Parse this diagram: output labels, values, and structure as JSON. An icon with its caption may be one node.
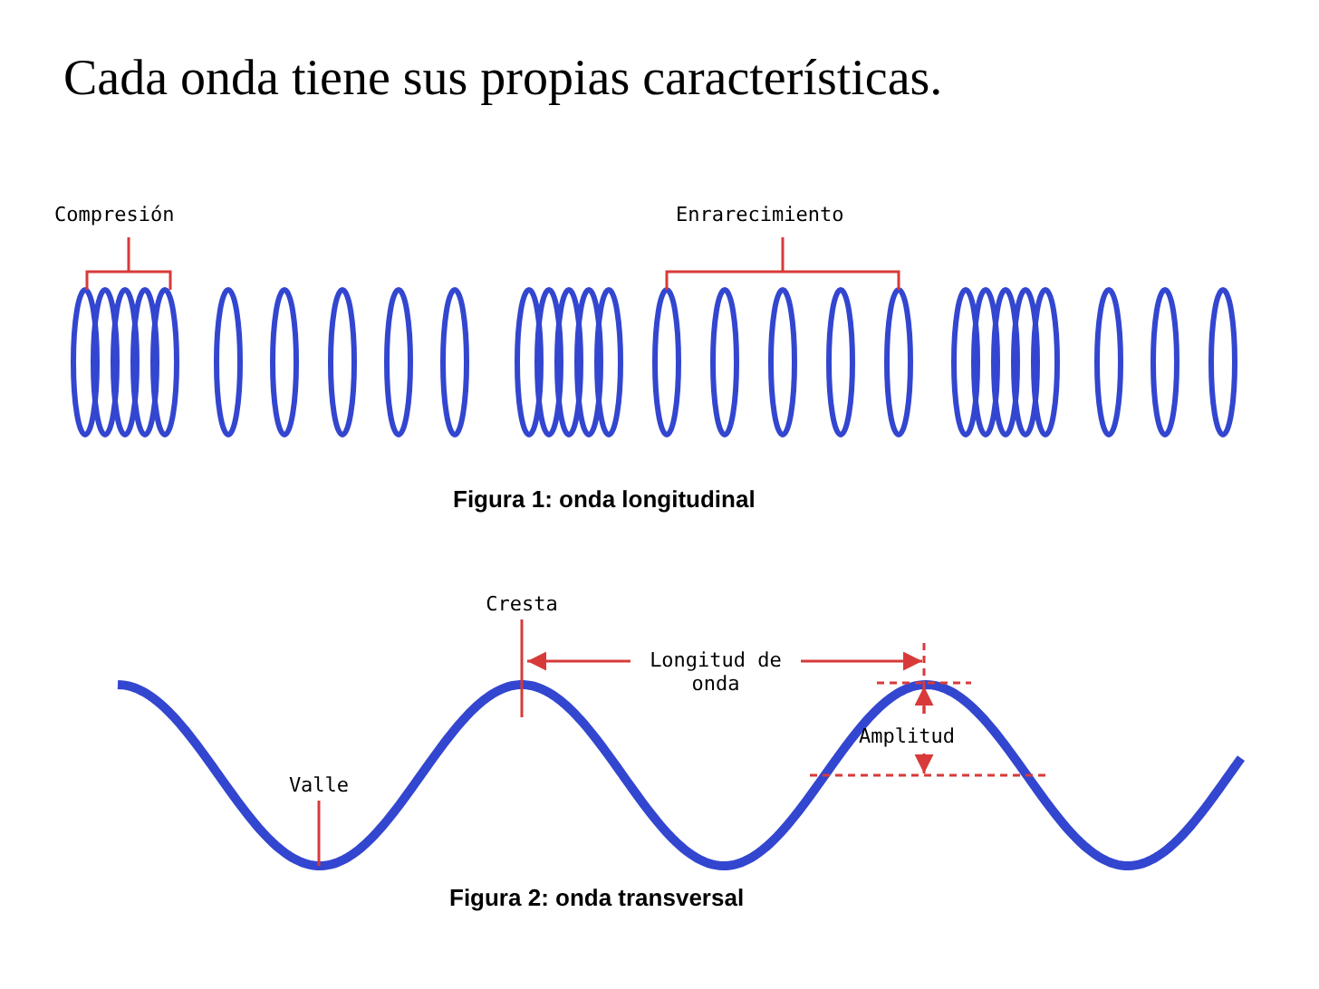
{
  "diagram": {
    "title": "Cada onda tiene sus propias características.",
    "nodes": [
      {
        "text": [
          "Cresta"
        ]
      },
      {
        "text": [
          "Valle"
        ]
      }
    ],
    "edges": [
      {
        "from": 0,
        "to": null,
        "arrow": "none"
      },
      {
        "from": 1,
        "to": null,
        "arrow": "none"
      }
    ],
    "labels": [
      "Compresión",
      "Enrarecimiento",
      "Figura 1: onda longitudinal",
      "Longitud de onda",
      "Amplitud",
      "Figura 2: onda transversal"
    ]
  }
}
